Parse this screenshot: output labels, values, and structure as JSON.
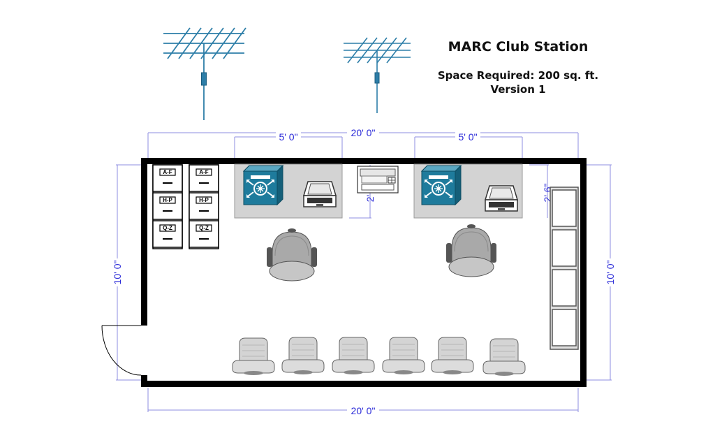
{
  "title": {
    "main": "MARC Club Station",
    "space": "Space Required: 200 sq. ft.",
    "version": "Version 1"
  },
  "dimensions": {
    "top_overall": "20' 0\"",
    "bottom_overall": "20' 0\"",
    "left_height": "10' 0\"",
    "right_height": "10' 0\"",
    "desk_left_width": "5' 0\"",
    "desk_right_width": "5' 0\"",
    "desk_depth": "2'",
    "shelf_depth": "2' 6\""
  },
  "filing_cabinets": {
    "left": [
      "A-F",
      "H-P",
      "Q-Z"
    ],
    "right": [
      "A-F",
      "H-P",
      "Q-Z"
    ]
  },
  "colors": {
    "dimension_line": "#8c8ce0",
    "dimension_text": "#2a2ad8",
    "wall": "#000000",
    "desk": "#d3d3d3",
    "radio_box": "#1e7b9c",
    "antenna": "#2d7ea8"
  }
}
